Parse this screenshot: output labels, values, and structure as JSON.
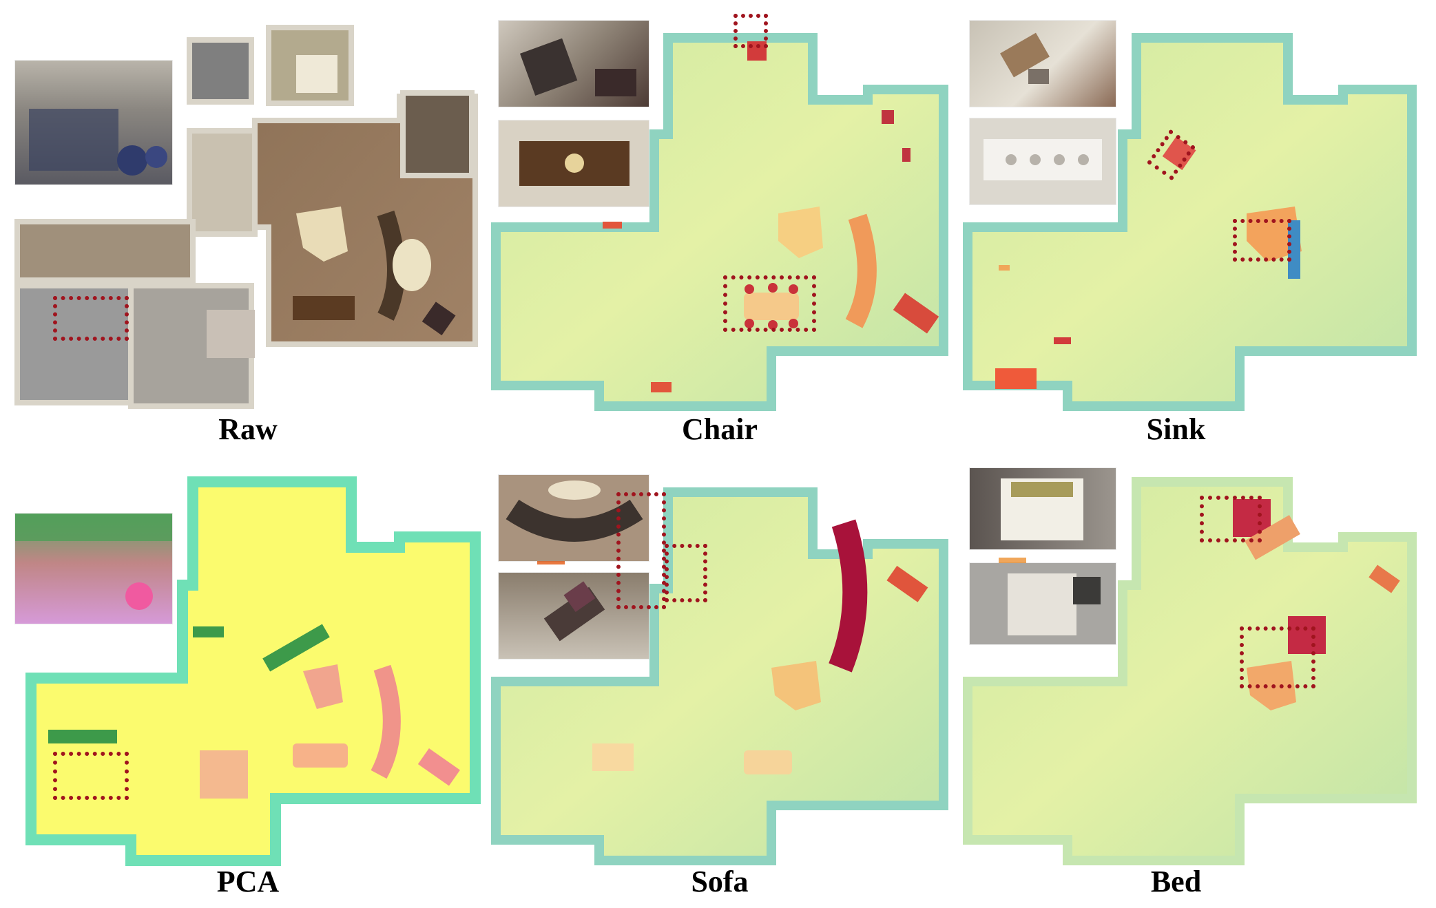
{
  "panels": [
    {
      "id": "raw",
      "caption": "Raw"
    },
    {
      "id": "chair",
      "caption": "Chair"
    },
    {
      "id": "sink",
      "caption": "Sink"
    },
    {
      "id": "pca",
      "caption": "PCA"
    },
    {
      "id": "sofa",
      "caption": "Sofa"
    },
    {
      "id": "bed",
      "caption": "Bed"
    }
  ],
  "colors": {
    "highlight_box": "#a0141e",
    "heat_low": "#7cc6a6",
    "heat_mid": "#f4f08a",
    "heat_high": "#b0162a",
    "pca_floor": "#fbfb6e",
    "pca_wall": "#6fe0b6"
  }
}
